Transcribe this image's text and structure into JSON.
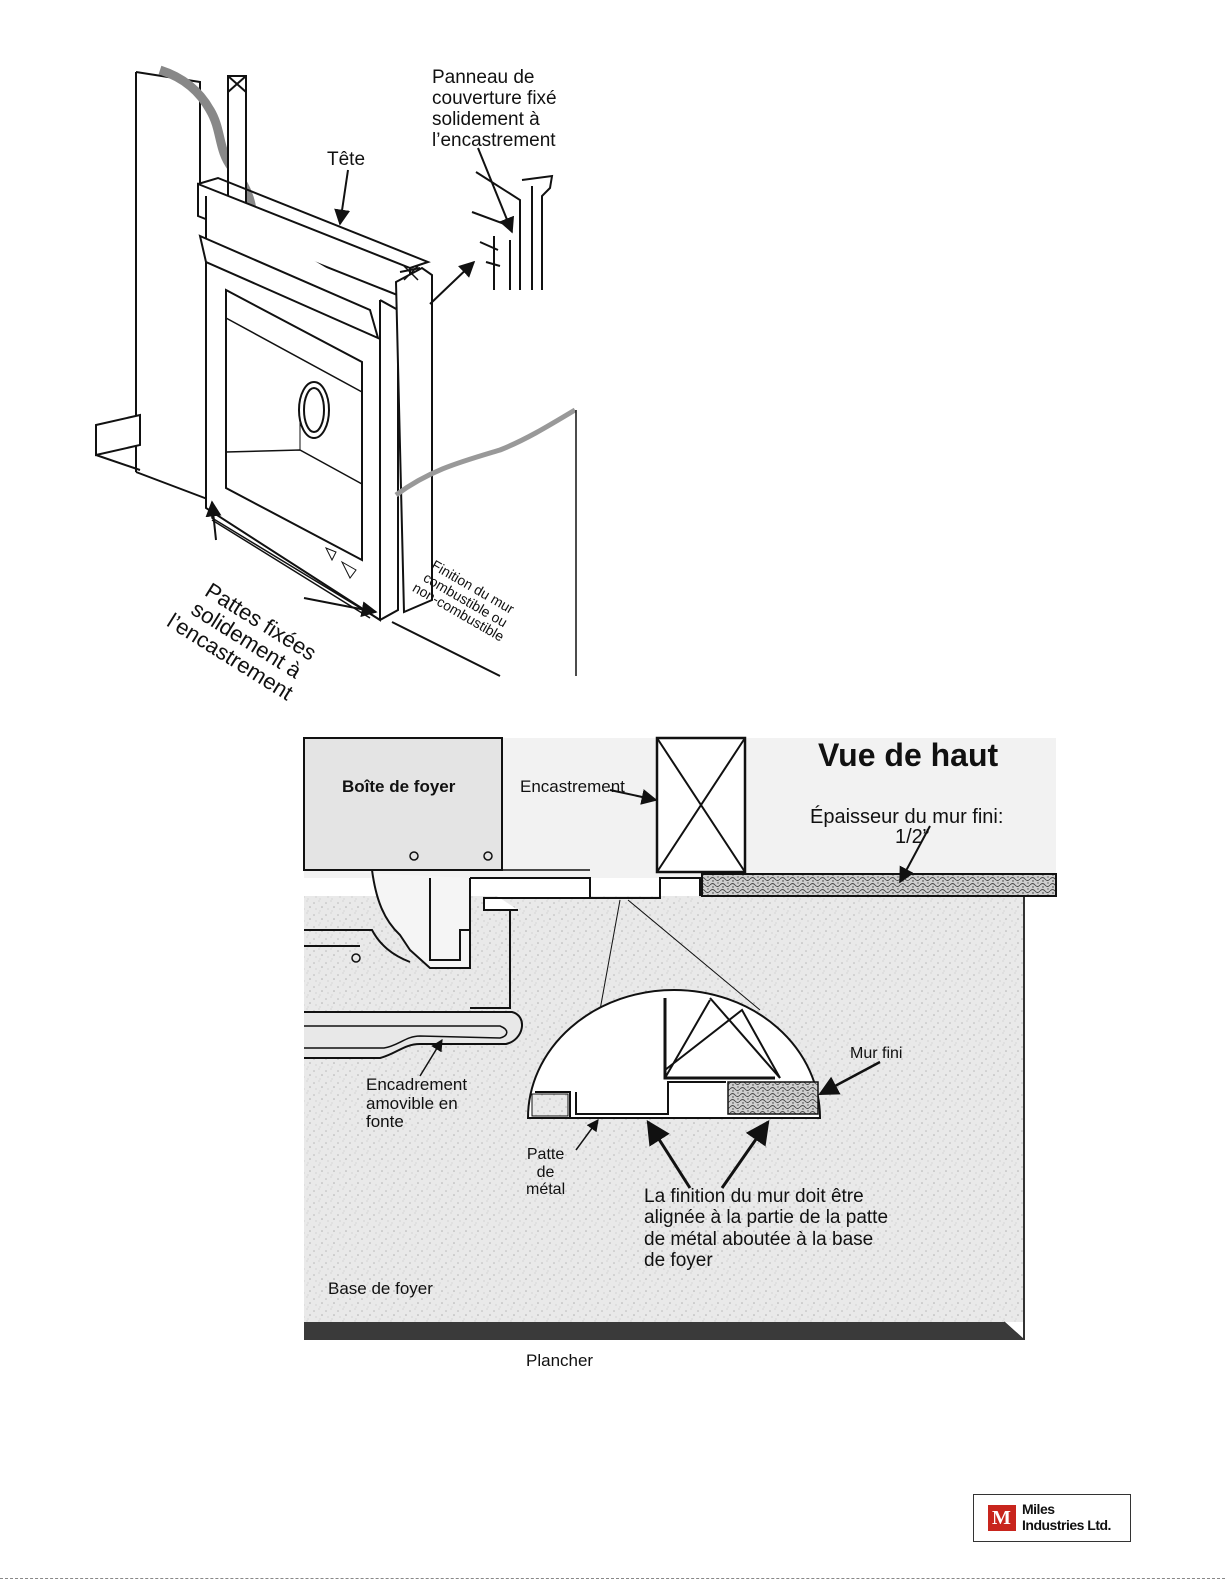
{
  "top_figure": {
    "panel_label": [
      "Panneau de",
      "couverture fixé",
      "solidement à",
      "l’encastrement"
    ],
    "head_label": "Tête",
    "tabs_label": [
      "Pattes fixées",
      "solidement à",
      "l’encastrement"
    ],
    "wall_label": [
      "Finition du mur",
      "combustible ou",
      "non-combustible"
    ]
  },
  "bottom_figure": {
    "title": "Vue de haut",
    "firebox_label": "Boîte de foyer",
    "framing_label": "Encastrement",
    "thickness_label": "Épaisseur du mur fini:",
    "thickness_value": "1/2”",
    "cast_frame_label": [
      "Encadrement",
      "amovible en",
      "fonte"
    ],
    "finished_wall_label": "Mur fini",
    "metal_tab_label": [
      "Patte",
      "de",
      "métal"
    ],
    "note": [
      "La finition du mur doit être",
      "alignée à la partie de la patte",
      "de métal aboutée à la base",
      "de foyer"
    ],
    "hearth_label": "Base de foyer",
    "floor_label": "Plancher"
  },
  "logo": {
    "mark": "M",
    "line1": "Miles",
    "line2": "Industries Ltd.",
    "brand_color": "#c8251d"
  }
}
